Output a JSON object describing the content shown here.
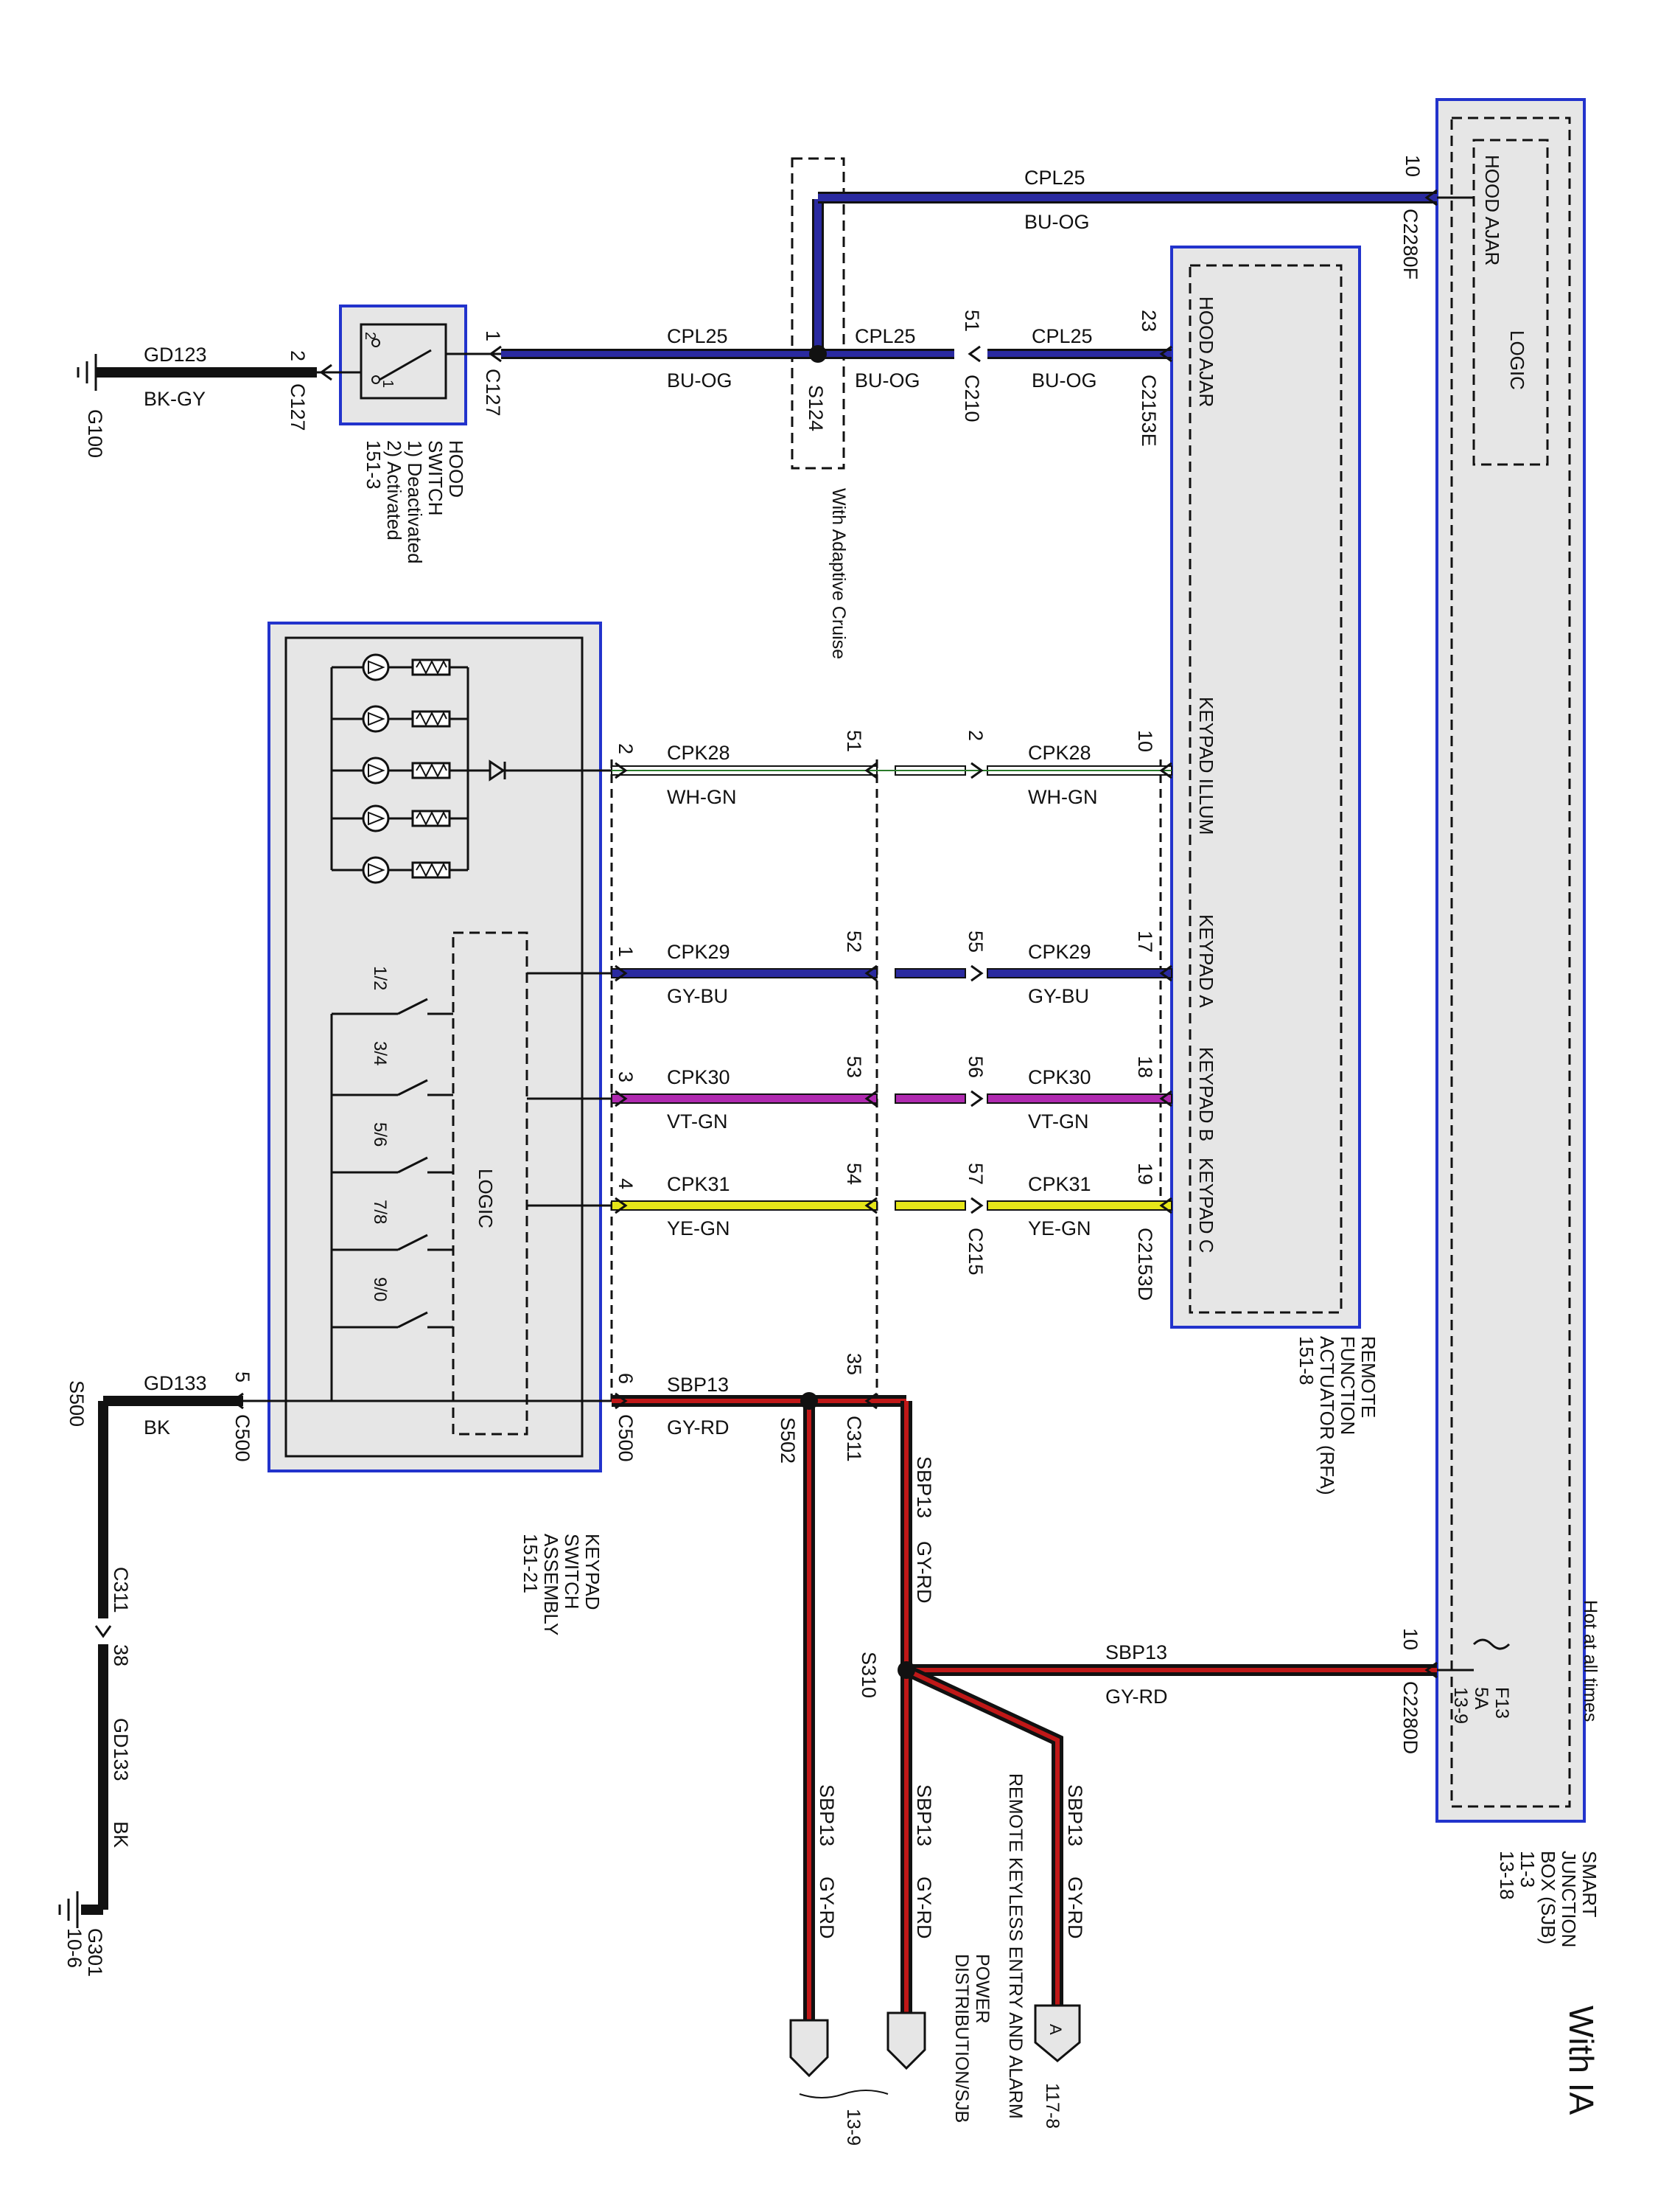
{
  "title": "With IA",
  "hot_label": "Hot at all times",
  "sjb": {
    "name_lines": [
      "SMART",
      "JUNCTION",
      "BOX (SJB)",
      "11-3",
      "13-18"
    ],
    "hood_ajar": "HOOD AJAR",
    "logic": "LOGIC",
    "fuse": "F13",
    "fuse_rating": "5A",
    "fuse_ref": "13-9",
    "pin_top": "10",
    "conn_top": "C2280F",
    "pin_bottom": "10",
    "conn_bottom": "C2280D"
  },
  "rfa": {
    "name_lines": [
      "REMOTE",
      "FUNCTION",
      "ACTUATOR (RFA)",
      "151-8"
    ],
    "hood_ajar": "HOOD AJAR",
    "keypad_illum": "KEYPAD ILLUM",
    "keypad_a": "KEYPAD A",
    "keypad_b": "KEYPAD B",
    "keypad_c": "KEYPAD C",
    "conn_e": "C2153E",
    "conn_d": "C2153D",
    "pins": [
      "23",
      "10",
      "17",
      "18",
      "19"
    ]
  },
  "hood_switch": {
    "name_lines": [
      "HOOD",
      "SWITCH",
      "1) Deactivated",
      "2) Activated",
      "151-3"
    ],
    "pin_left": "2",
    "conn_left": "C127",
    "pin_right": "1",
    "conn_right": "C127",
    "contact_1": "1",
    "contact_2": "2"
  },
  "keypad": {
    "name_lines": [
      "KEYPAD",
      "SWITCH",
      "ASSEMBLY",
      "151-21"
    ],
    "logic": "LOGIC",
    "buttons": [
      "1/2",
      "3/4",
      "5/6",
      "7/8",
      "9/0"
    ],
    "pins": [
      "2",
      "1",
      "3",
      "4",
      "6"
    ],
    "conn": "C500",
    "ground_pin": "5",
    "ground_conn": "C500"
  },
  "wires": {
    "cpl25": "CPL25",
    "bu_og": "BU-OG",
    "gd123": "GD123",
    "bk_gy": "BK-GY",
    "cpk28": "CPK28",
    "wh_gn": "WH-GN",
    "cpk29": "CPK29",
    "gy_bu": "GY-BU",
    "cpk30": "CPK30",
    "vt_gn": "VT-GN",
    "cpk31": "CPK31",
    "ye_gn": "YE-GN",
    "sbp13": "SBP13",
    "gy_rd": "GY-RD",
    "gd133": "GD133",
    "bk": "BK"
  },
  "connectors": {
    "c210": "C210",
    "c210_pin": "51",
    "c215": "C215",
    "c215_pins_left": [
      "51",
      "52",
      "53",
      "54"
    ],
    "c215_pins_right": [
      "2",
      "55",
      "56",
      "57"
    ],
    "c311": "C311",
    "c311_pin": "35",
    "c311_ground_pin": "38"
  },
  "splices": {
    "s124": "S124",
    "adaptive": "With Adaptive Cruise",
    "s502": "S502",
    "s310": "S310",
    "s500": "S500"
  },
  "grounds": {
    "g100": "G100",
    "g301": "G301",
    "g301_ref": "10-6"
  },
  "destinations": {
    "a_label": "A",
    "a_text": "REMOTE KEYLESS ENTRY AND ALARM",
    "a_ref": "117-8",
    "pd_lines": [
      "POWER",
      "DISTRIBUTION/SJB"
    ],
    "pd_ref": "13-9"
  },
  "colors": {
    "blue_wire": "#2a2aa0",
    "blue_outline": "#2233cc",
    "red_wire": "#8b1a1a",
    "violet_wire": "#b02ab0",
    "yellow_wire": "#e6e619",
    "component_fill": "#e6e6e6"
  }
}
